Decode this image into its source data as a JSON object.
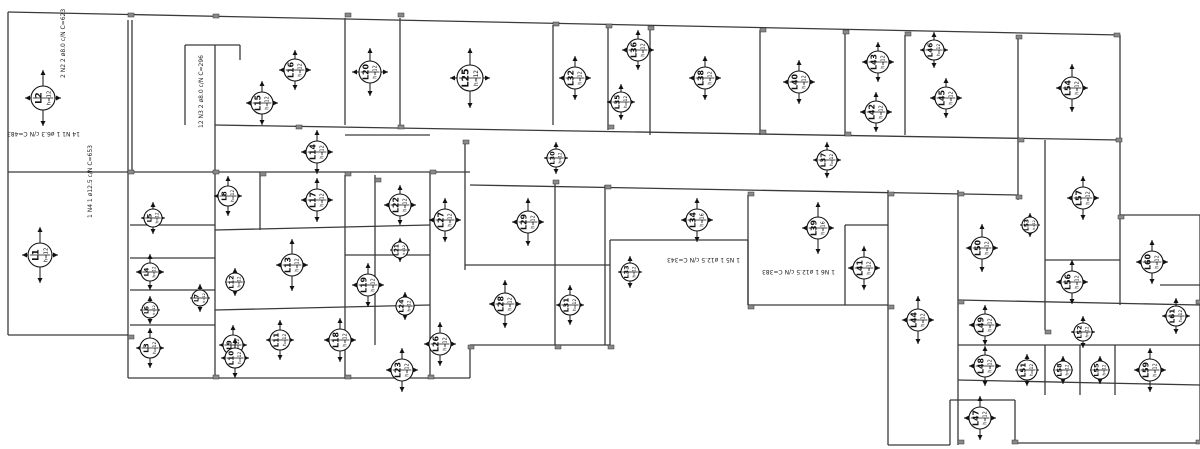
{
  "plan": {
    "slabs": [
      {
        "name": "L1",
        "sub": "h=12"
      },
      {
        "name": "L2",
        "sub": "h=12"
      },
      {
        "name": "L3",
        "sub": "h=12"
      },
      {
        "name": "L4",
        "sub": "h=12"
      },
      {
        "name": "L5",
        "sub": "h=12"
      },
      {
        "name": "L6",
        "sub": "h=12"
      },
      {
        "name": "L7",
        "sub": "h=12"
      },
      {
        "name": "L8",
        "sub": "h=12"
      },
      {
        "name": "L9",
        "sub": "h=12"
      },
      {
        "name": "L10",
        "sub": "h=12"
      },
      {
        "name": "L11",
        "sub": "h=12"
      },
      {
        "name": "L12",
        "sub": "h=12"
      },
      {
        "name": "L13",
        "sub": "h=12"
      },
      {
        "name": "L14",
        "sub": "h=12"
      },
      {
        "name": "L15",
        "sub": "h=12"
      },
      {
        "name": "L16",
        "sub": "h=12"
      },
      {
        "name": "L17",
        "sub": "h=12"
      },
      {
        "name": "L18",
        "sub": "h=12"
      },
      {
        "name": "L19",
        "sub": "h=12"
      },
      {
        "name": "L20",
        "sub": "h=12"
      },
      {
        "name": "L21",
        "sub": "h=12"
      },
      {
        "name": "L22",
        "sub": "h=12"
      },
      {
        "name": "L23",
        "sub": "h=12"
      },
      {
        "name": "L24",
        "sub": "h=12"
      },
      {
        "name": "L25",
        "sub": "h=12"
      },
      {
        "name": "L26",
        "sub": "h=12"
      },
      {
        "name": "L27",
        "sub": "h=12"
      },
      {
        "name": "L28",
        "sub": "h=12"
      },
      {
        "name": "L29",
        "sub": "h=12"
      },
      {
        "name": "L30",
        "sub": "h=12"
      },
      {
        "name": "L31",
        "sub": "h=12"
      },
      {
        "name": "L32",
        "sub": "h=12"
      },
      {
        "name": "L33",
        "sub": "h=12"
      },
      {
        "name": "L34",
        "sub": "h=16"
      },
      {
        "name": "L35",
        "sub": "h=12"
      },
      {
        "name": "L36",
        "sub": "h=12"
      },
      {
        "name": "L37",
        "sub": "h=12"
      },
      {
        "name": "L38",
        "sub": "h=12"
      },
      {
        "name": "L39",
        "sub": "h=16"
      },
      {
        "name": "L40",
        "sub": "h=12"
      },
      {
        "name": "L41",
        "sub": "h=12"
      },
      {
        "name": "L42",
        "sub": "h=12"
      },
      {
        "name": "L43",
        "sub": "h=12"
      },
      {
        "name": "L44",
        "sub": "h=12"
      },
      {
        "name": "L45",
        "sub": "h=12"
      },
      {
        "name": "L46",
        "sub": "h=12"
      },
      {
        "name": "L47",
        "sub": "h=12"
      },
      {
        "name": "L48",
        "sub": "h=12"
      },
      {
        "name": "L49",
        "sub": "h=12"
      },
      {
        "name": "L50",
        "sub": "h=12"
      },
      {
        "name": "L51",
        "sub": "h=12"
      },
      {
        "name": "L52",
        "sub": "h=12"
      },
      {
        "name": "L53",
        "sub": "h=12"
      },
      {
        "name": "L54",
        "sub": "h=12"
      },
      {
        "name": "L55",
        "sub": "h=12"
      },
      {
        "name": "L56",
        "sub": "h=12"
      },
      {
        "name": "L57",
        "sub": "h=12"
      },
      {
        "name": "L58",
        "sub": "h=12"
      },
      {
        "name": "L59",
        "sub": "h=12"
      },
      {
        "name": "L60",
        "sub": "h=12"
      },
      {
        "name": "L61",
        "sub": "h=12"
      }
    ],
    "notes": [
      "2 N2 2 ø8.0 c/N C=623",
      "14 N1 1 ø6.3 c/N C=483",
      "1 N4 1 ø12.5 c/N C=653",
      "12 N3 2 ø8.0 c/N C=296",
      "1 N5 1 ø12.5 c/N C=343",
      "1 N6 1 ø12.5 c/N C=383"
    ],
    "colors": {
      "line": "#3a3a3a",
      "column": "#8a8a8a",
      "ink": "#111111"
    }
  }
}
